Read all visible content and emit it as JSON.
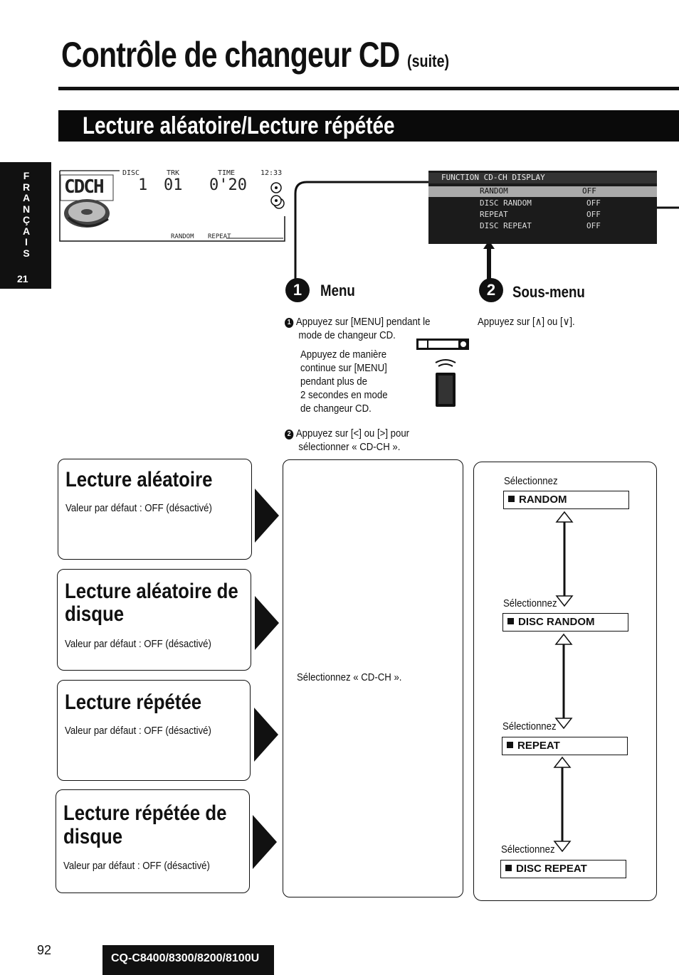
{
  "header": {
    "title": "Contrôle de changeur CD",
    "suffix": "(suite)",
    "section": "Lecture aléatoire/Lecture répétée"
  },
  "side_tab": {
    "language": "FRANÇAIS",
    "letters": "F\nR\nA\nN\nÇ\nA\nI\nS",
    "page": "21"
  },
  "lcd": {
    "mode": "CDCH",
    "disc_label": "DISC",
    "disc": "1",
    "track_label": "TRK",
    "track": "01",
    "time_label": "TIME",
    "time": "0'20",
    "clock": "12:33",
    "random": "RANDOM",
    "repeat": "REPEAT"
  },
  "menu_screen": {
    "header": "FUNCTION  CD-CH  DISPLAY",
    "rows": [
      {
        "label": "RANDOM",
        "value": "OFF"
      },
      {
        "label": "DISC RANDOM",
        "value": "OFF"
      },
      {
        "label": "REPEAT",
        "value": "OFF"
      },
      {
        "label": "DISC REPEAT",
        "value": "OFF"
      }
    ]
  },
  "step1": {
    "number": "1",
    "title": "Menu",
    "b1": "1",
    "line1a": "Appuyez sur [MENU] pendant le",
    "line1b": "mode de changeur CD.",
    "alt1": "Appuyez de manière",
    "alt2": "continue sur [MENU]",
    "alt3": "pendant plus de",
    "alt4": "2 secondes en mode",
    "alt5": "de changeur CD.",
    "b2": "2",
    "line2a": "Appuyez sur [<] ou [>] pour",
    "line2b": "sélectionner « CD-CH »."
  },
  "step2": {
    "number": "2",
    "title": "Sous-menu",
    "text": "Appuyez sur [∧] ou [∨]."
  },
  "modes": [
    {
      "title1": "Lecture aléatoire",
      "title2": "",
      "default": "Valeur par défaut : OFF (désactivé)"
    },
    {
      "title1": "Lecture aléatoire de",
      "title2": "disque",
      "default": "Valeur par défaut : OFF (désactivé)"
    },
    {
      "title1": "Lecture répétée",
      "title2": "",
      "default": "Valeur par défaut : OFF (désactivé)"
    },
    {
      "title1": "Lecture répétée de",
      "title2": "disque",
      "default": "Valeur par défaut : OFF (désactivé)"
    }
  ],
  "middle": {
    "text": "Sélectionnez « CD-CH »."
  },
  "selections": [
    {
      "label": "Sélectionnez",
      "value": "RANDOM"
    },
    {
      "label": "Sélectionnez",
      "value": "DISC RANDOM"
    },
    {
      "label": "Sélectionnez",
      "value": "REPEAT"
    },
    {
      "label": "Sélectionnez",
      "value": "DISC REPEAT"
    }
  ],
  "footer": {
    "page": "92",
    "model": "CQ-C8400/8300/8200/8100U"
  }
}
